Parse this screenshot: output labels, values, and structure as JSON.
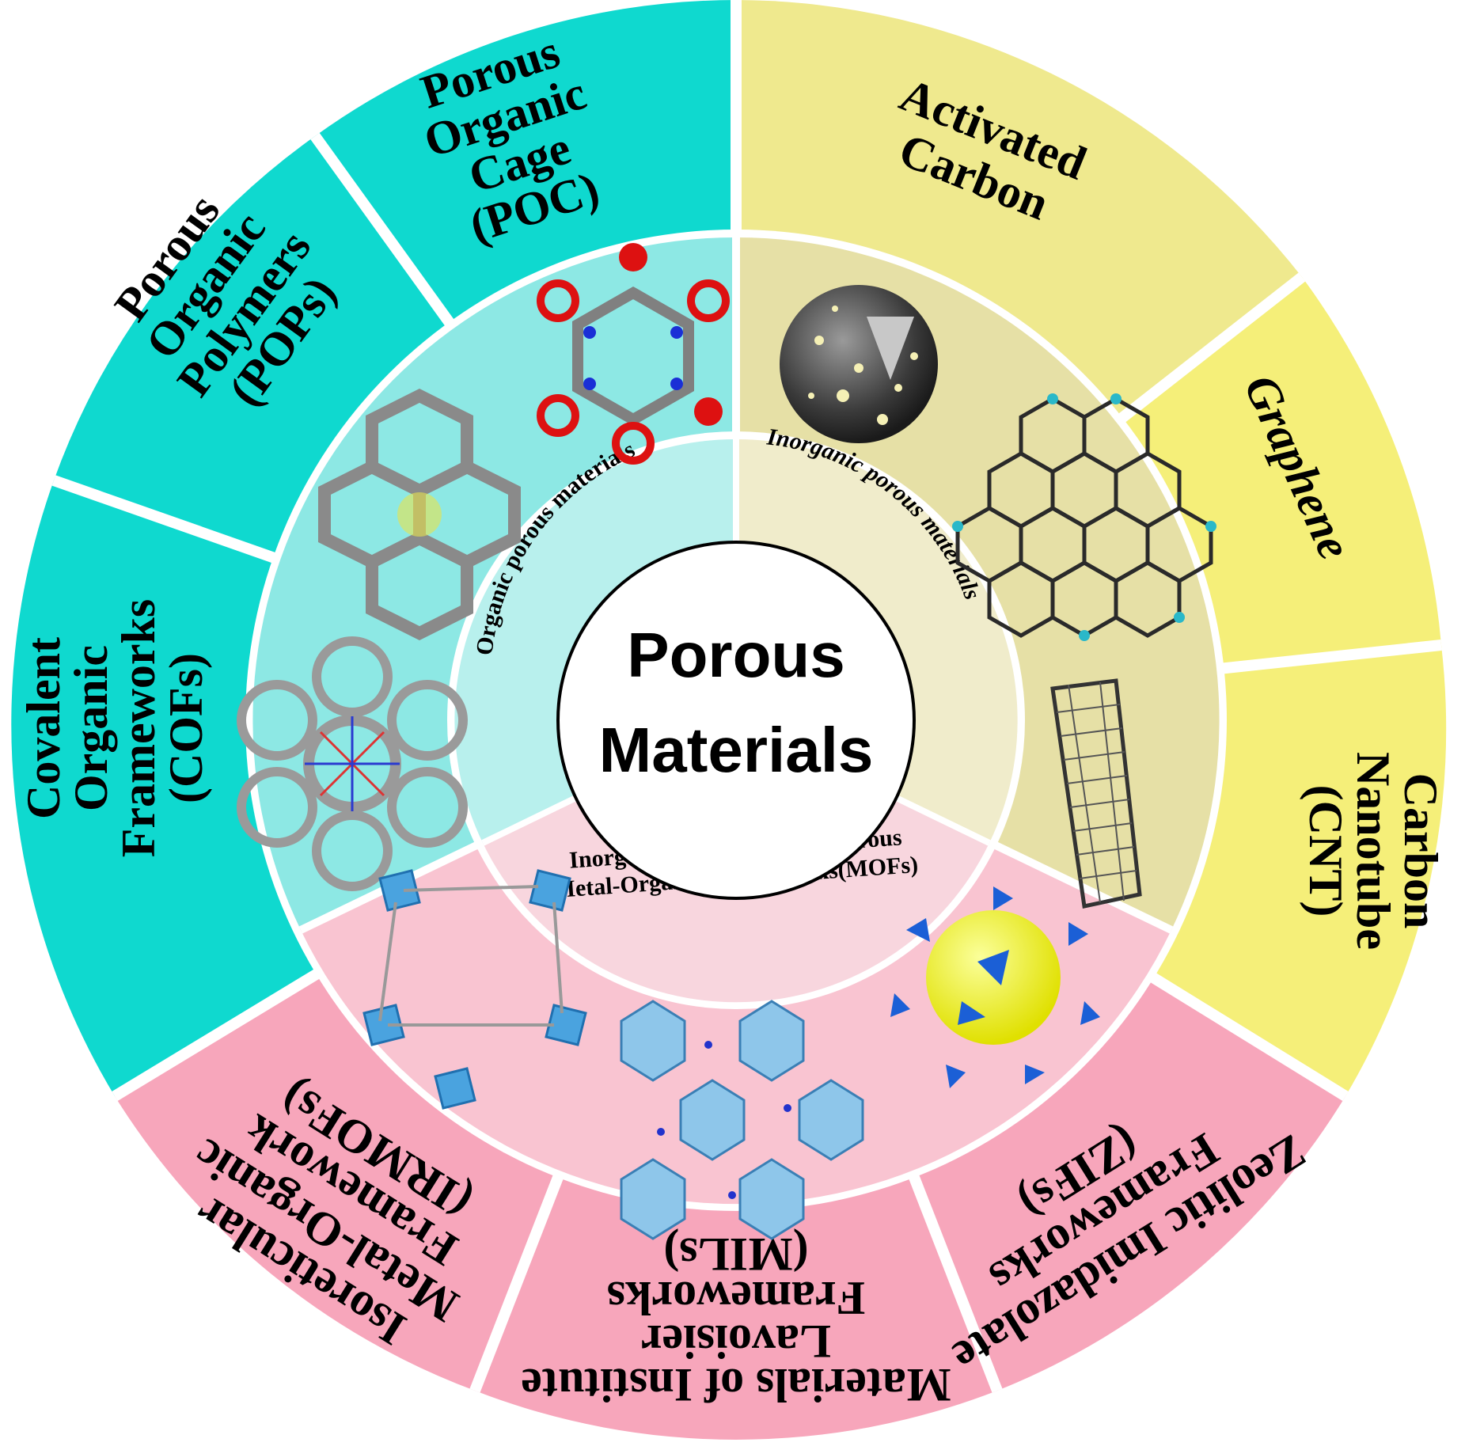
{
  "center": {
    "line1": "Porous",
    "line2": "Materials"
  },
  "middle_ring": {
    "organic": "Organic porous materials",
    "inorganic": "Inorganic porous materials",
    "hybrid_line1": "Inorganic-organic hybrid porous",
    "hybrid_line2": "Metal-Organic Frameworks(MOFs)"
  },
  "outer_ring": {
    "poc": [
      "Porous",
      "Organic",
      "Cage",
      "(POC)"
    ],
    "pops": [
      "Porous",
      "Organic",
      "Polymers",
      "(POPs)"
    ],
    "cofs": [
      "Covalent",
      "Organic",
      "Frameworks",
      "(COFs)"
    ],
    "activated_carbon": [
      "Activated",
      "Carbon"
    ],
    "graphene": [
      "Graphene"
    ],
    "cnt": [
      "Carbon",
      "Nanotube",
      "(CNT)"
    ],
    "zifs": [
      "Zeolitic Imidazolate",
      "Frameworks",
      "(ZIFs)"
    ],
    "mils": [
      "Materials of Institute",
      "Lavoisier",
      "Frameworks",
      "(MILs)"
    ],
    "irmofs": [
      "Isoreticular",
      "Metal-Organic",
      "Framework",
      "(IRMOFs)"
    ]
  },
  "colors": {
    "organic_outer": "#0fd9cf",
    "organic_inner": "#8de8e4",
    "organic_middle": "#b8f0ed",
    "inorganic_outer": "#efe98e",
    "inorganic_outer_b": "#f5ef79",
    "inorganic_inner": "#e6e0a6",
    "inorganic_middle": "#f0eccb",
    "hybrid_outer": "#f7a6bb",
    "hybrid_inner": "#f9c4d1",
    "hybrid_middle": "#f8d6de"
  },
  "icons": [
    "cage-molecule-icon",
    "porous-polymer-icon",
    "cof-framework-icon",
    "carbon-sphere-icon",
    "graphene-sheet-icon",
    "nanotube-icon",
    "irmof-framework-icon",
    "mil-framework-icon",
    "zif-cage-icon"
  ]
}
